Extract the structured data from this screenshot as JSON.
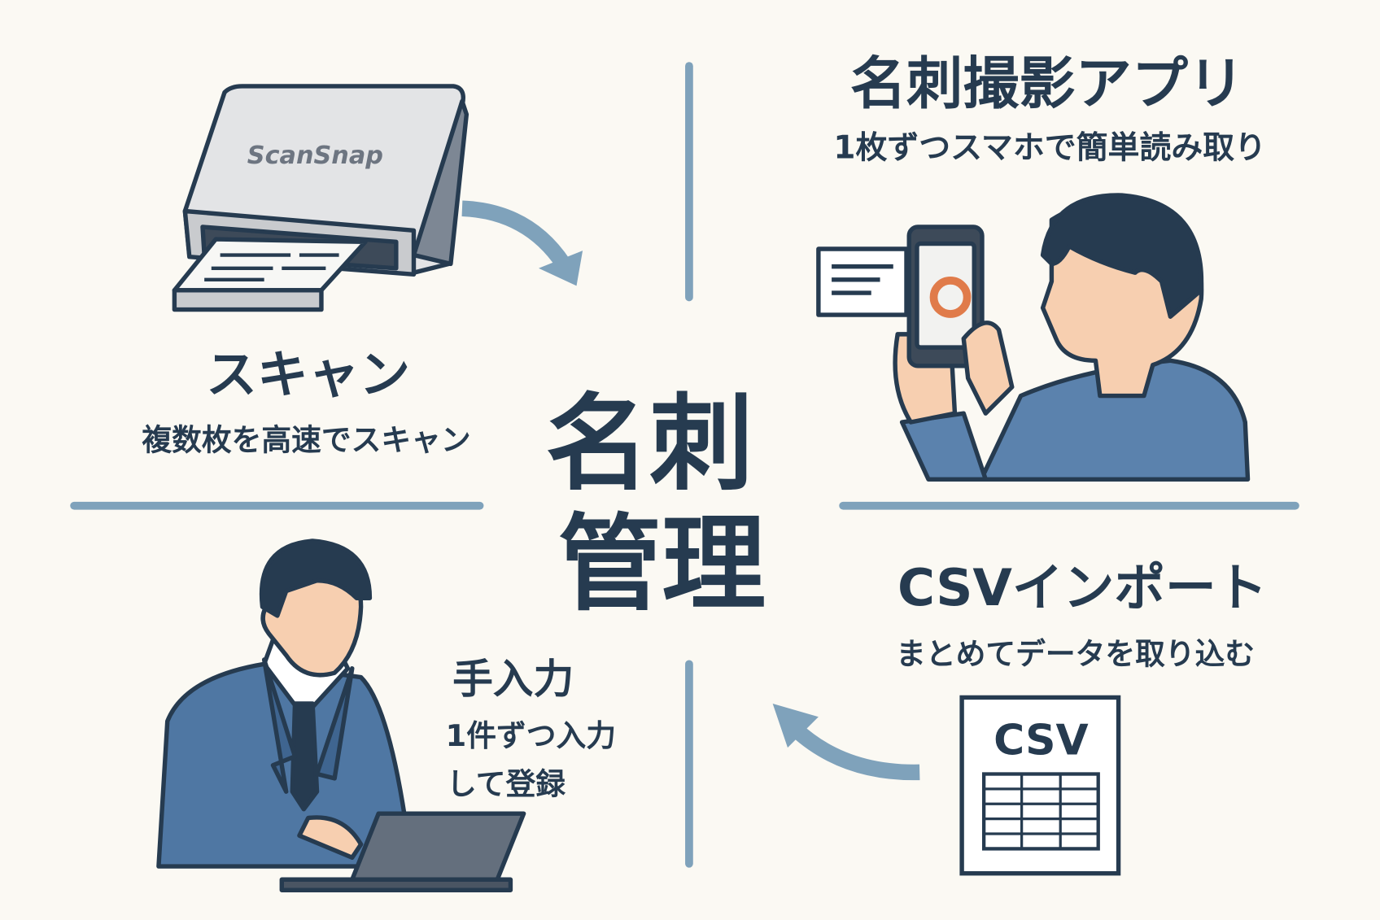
{
  "center": {
    "line1": "名刺",
    "line2": "管理"
  },
  "scan": {
    "title": "スキャン",
    "subtitle": "複数枚を高速でスキャン",
    "device_logo": "ScanSnap"
  },
  "app": {
    "title": "名刺撮影アプリ",
    "subtitle": "1枚ずつスマホで簡単読み取り"
  },
  "csv": {
    "title": "CSVインポート",
    "subtitle": "まとめてデータを取り込む",
    "file_label": "CSV"
  },
  "manual": {
    "title": "手入力",
    "subtitle_line1": "1件ずつ入力",
    "subtitle_line2": "して登録"
  },
  "colors": {
    "background": "#fbf9f3",
    "text": "#263b50",
    "divider": "#7fa2bb",
    "suit": "#4f77a3",
    "accent": "#e07b4a"
  }
}
